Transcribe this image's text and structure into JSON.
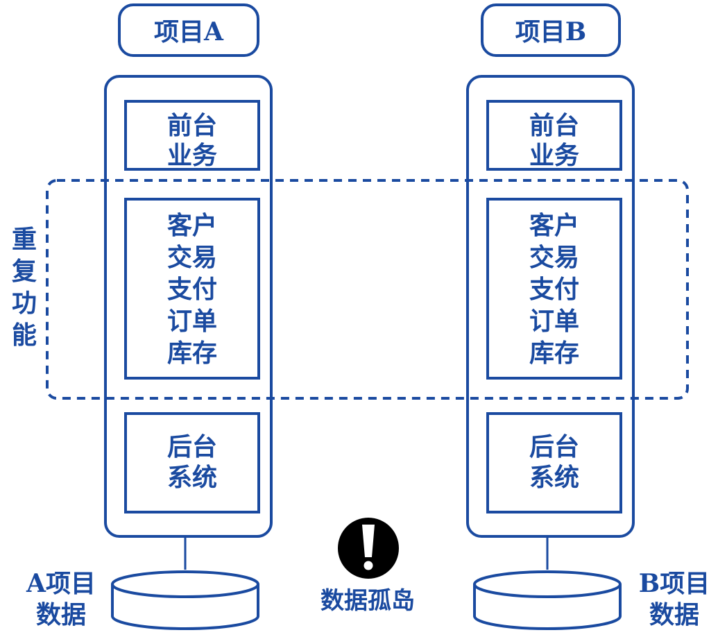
{
  "colors": {
    "primary": "#1a4aa0",
    "background": "#ffffff",
    "warning_icon": "#000000"
  },
  "projects": [
    {
      "title": "项目A",
      "frontend": [
        "前台",
        "业务"
      ],
      "middle": [
        "客户",
        "交易",
        "支付",
        "订单",
        "库存"
      ],
      "backend": [
        "后台",
        "系统"
      ],
      "data_label": [
        "A项目",
        "数据"
      ]
    },
    {
      "title": "项目B",
      "frontend": [
        "前台",
        "业务"
      ],
      "middle": [
        "客户",
        "交易",
        "支付",
        "订单",
        "库存"
      ],
      "backend": [
        "后台",
        "系统"
      ],
      "data_label": [
        "B项目",
        "数据"
      ]
    }
  ],
  "duplicate_label": [
    "重",
    "复",
    "功",
    "能"
  ],
  "warning": {
    "icon": "exclamation-icon",
    "label": "数据孤岛"
  }
}
